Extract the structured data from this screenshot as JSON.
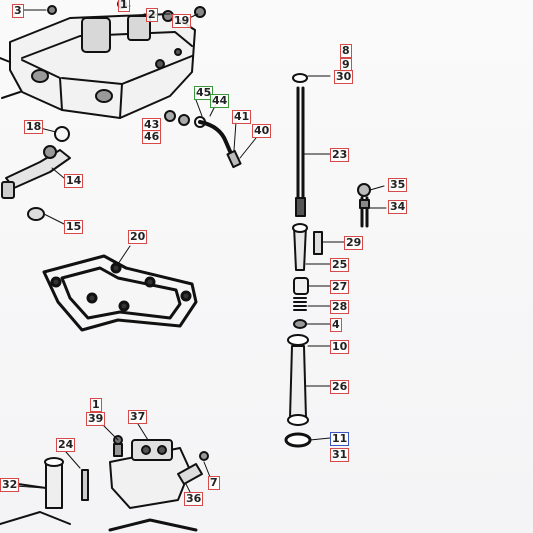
{
  "diagram": {
    "callouts": [
      {
        "id": "c3",
        "text": "3",
        "color": "red"
      },
      {
        "id": "c1a",
        "text": "1",
        "color": "red"
      },
      {
        "id": "c2",
        "text": "2",
        "color": "red"
      },
      {
        "id": "c19",
        "text": "19",
        "color": "red"
      },
      {
        "id": "c8",
        "text": "8",
        "color": "red"
      },
      {
        "id": "c9",
        "text": "9",
        "color": "red"
      },
      {
        "id": "c30",
        "text": "30",
        "color": "red"
      },
      {
        "id": "c45",
        "text": "45",
        "color": "green"
      },
      {
        "id": "c44",
        "text": "44",
        "color": "green"
      },
      {
        "id": "c41",
        "text": "41",
        "color": "red"
      },
      {
        "id": "c43",
        "text": "43",
        "color": "red"
      },
      {
        "id": "c46",
        "text": "46",
        "color": "red"
      },
      {
        "id": "c40",
        "text": "40",
        "color": "red"
      },
      {
        "id": "c18",
        "text": "18",
        "color": "red"
      },
      {
        "id": "c23",
        "text": "23",
        "color": "red"
      },
      {
        "id": "c14",
        "text": "14",
        "color": "red"
      },
      {
        "id": "c35",
        "text": "35",
        "color": "red"
      },
      {
        "id": "c34",
        "text": "34",
        "color": "red"
      },
      {
        "id": "c15",
        "text": "15",
        "color": "red"
      },
      {
        "id": "c20",
        "text": "20",
        "color": "red"
      },
      {
        "id": "c29",
        "text": "29",
        "color": "red"
      },
      {
        "id": "c25",
        "text": "25",
        "color": "red"
      },
      {
        "id": "c27",
        "text": "27",
        "color": "red"
      },
      {
        "id": "c28",
        "text": "28",
        "color": "red"
      },
      {
        "id": "c4",
        "text": "4",
        "color": "red"
      },
      {
        "id": "c10",
        "text": "10",
        "color": "red"
      },
      {
        "id": "c26",
        "text": "26",
        "color": "red"
      },
      {
        "id": "c1b",
        "text": "1",
        "color": "red"
      },
      {
        "id": "c39",
        "text": "39",
        "color": "red"
      },
      {
        "id": "c37",
        "text": "37",
        "color": "red"
      },
      {
        "id": "c24",
        "text": "24",
        "color": "red"
      },
      {
        "id": "c11",
        "text": "11",
        "color": "blue"
      },
      {
        "id": "c31",
        "text": "31",
        "color": "red"
      },
      {
        "id": "c32",
        "text": "32",
        "color": "red"
      },
      {
        "id": "c36",
        "text": "36",
        "color": "red"
      },
      {
        "id": "c7",
        "text": "7",
        "color": "red"
      }
    ]
  }
}
